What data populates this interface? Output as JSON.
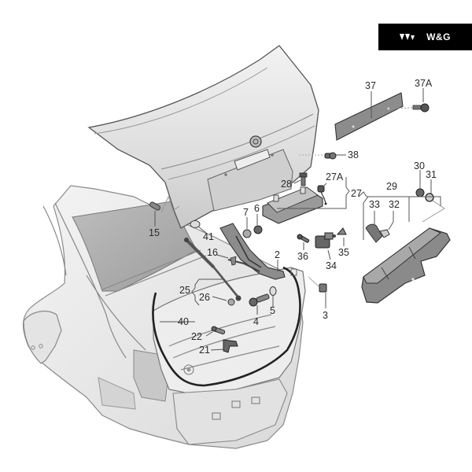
{
  "logo": {
    "text": "W&G",
    "color": "#000000",
    "text_color": "#ffffff"
  },
  "diagram": {
    "title": "Trunk lid / boot lid exploded parts diagram",
    "callouts": {
      "c2": "2",
      "c3": "3",
      "c4": "4",
      "c5": "5",
      "c6": "6",
      "c7": "7",
      "c15": "15",
      "c16": "16",
      "c21": "21",
      "c22": "22",
      "c25": "25",
      "c26": "26",
      "c27": "27",
      "c27A": "27A",
      "c28": "28",
      "c29": "29",
      "c30": "30",
      "c31": "31",
      "c32": "32",
      "c33": "33",
      "c34": "34",
      "c35": "35",
      "c36": "36",
      "c37": "37",
      "c37A": "37A",
      "c38": "38",
      "c40": "40",
      "c41": "41"
    },
    "colors": {
      "body_fill": "#e9e9e9",
      "part_fill": "#8a8a8a",
      "dark_part": "#555555"
    }
  }
}
